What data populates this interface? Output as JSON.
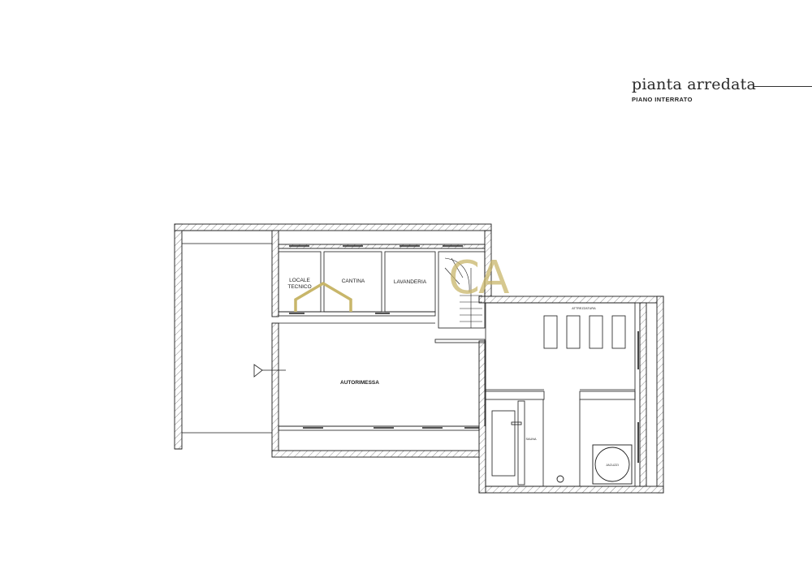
{
  "header": {
    "title": "pianta arredata",
    "subtitle": "PIANO INTERRATO"
  },
  "rooms": {
    "locale_tecnico": [
      "LOCALE",
      "TECNICO"
    ],
    "cantina": "CANTINA",
    "lavanderia": "LAVANDERIA",
    "autorimessa": "AUTORIMESSA",
    "attrezzatura": "ATTREZZATURA",
    "sauna": "SAUNA",
    "jacuzzi": "JACUZZI"
  },
  "watermark": {
    "letters": "CA",
    "color": "#c8b66a"
  },
  "colors": {
    "wall": "#1a1a1a",
    "background": "#ffffff"
  }
}
